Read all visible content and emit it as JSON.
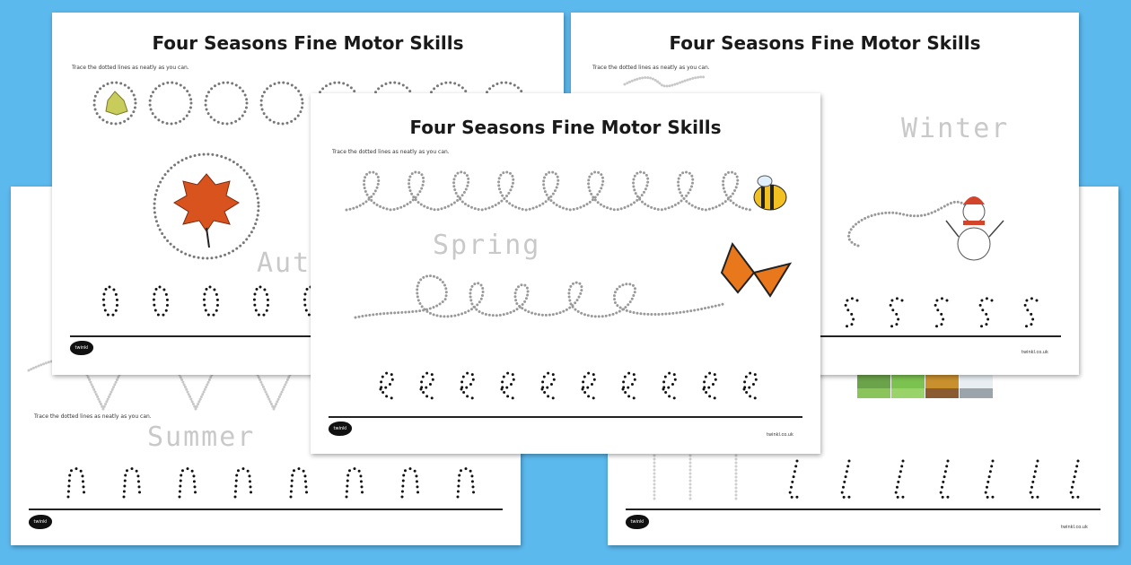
{
  "background_color": "#5cb9ee",
  "sheets": {
    "summer": {
      "instruction": "Trace the dotted lines as neatly as you can.",
      "season_word": "Summer",
      "letter": "n",
      "logo": "twinkl"
    },
    "lines": {
      "letter": "l",
      "logo": "twinkl",
      "footer": "twinkl.co.uk"
    },
    "autumn": {
      "title": "Four Seasons Fine Motor Skills",
      "instruction": "Trace the dotted lines as neatly as you can.",
      "season_word": "Aut",
      "letter": "o",
      "logo": "twinkl",
      "leaf_color": "#d9531e"
    },
    "winter": {
      "title": "Four Seasons Fine Motor Skills",
      "instruction": "Trace the dotted lines as neatly as you can.",
      "season_word": "Winter",
      "letter": "s",
      "footer": "twinkl.co.uk"
    },
    "spring": {
      "title": "Four Seasons Fine Motor Skills",
      "instruction": "Trace the dotted lines as neatly as you can.",
      "season_word": "Spring",
      "letter": "e",
      "logo": "twinkl",
      "footer": "twinkl.co.uk"
    }
  }
}
